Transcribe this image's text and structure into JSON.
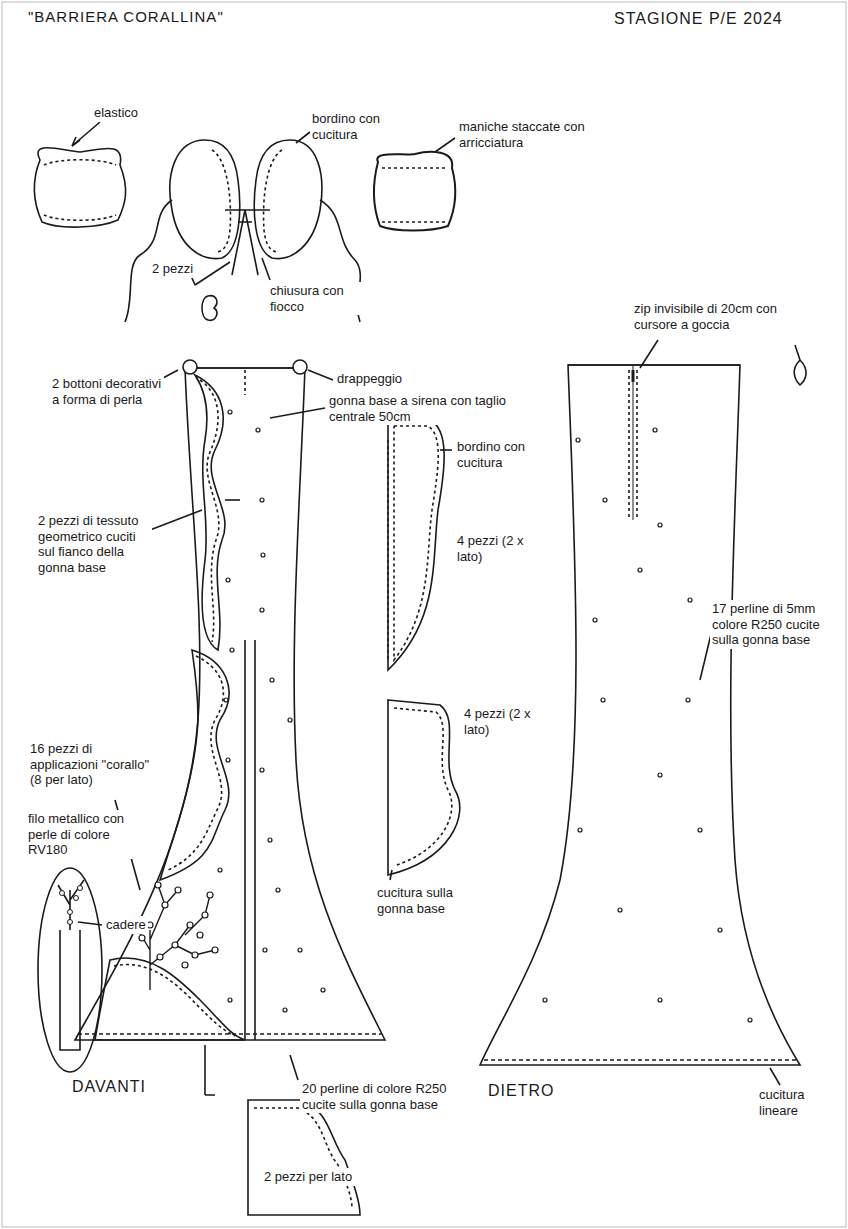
{
  "diagram": {
    "title": "\"BARRIERA CORALLINA\"",
    "labels": [
      "STAGIONE P/E 2024",
      "elastico",
      "bordino con cucitura",
      "maniche staccate con arricciatura",
      "2 pezzi",
      "chiusura con fiocco",
      "zip invisibile di 20cm con cursore a goccia",
      "2 bottoni decorativi a forma di perla",
      "drappeggio",
      "gonna base a sirena con taglio centrale 50cm",
      "bordino con cucitura",
      "4 pezzi (2 x lato)",
      "2 pezzi di tessuto geometrico cuciti sul fianco della gonna base",
      "17 perline di 5mm colore R250 cucite sulla gonna base",
      "4 pezzi (2 x lato)",
      "16 pezzi di applicazioni \"corallo\" (8 per lato)",
      "filo metallico con perle di colore RV180",
      "cadere",
      "cucitura sulla gonna base",
      "DAVANTI",
      "20 perline di colore R250 cucite sulla gonna base",
      "DIETRO",
      "cucitura lineare",
      "2 pezzi per lato"
    ]
  }
}
